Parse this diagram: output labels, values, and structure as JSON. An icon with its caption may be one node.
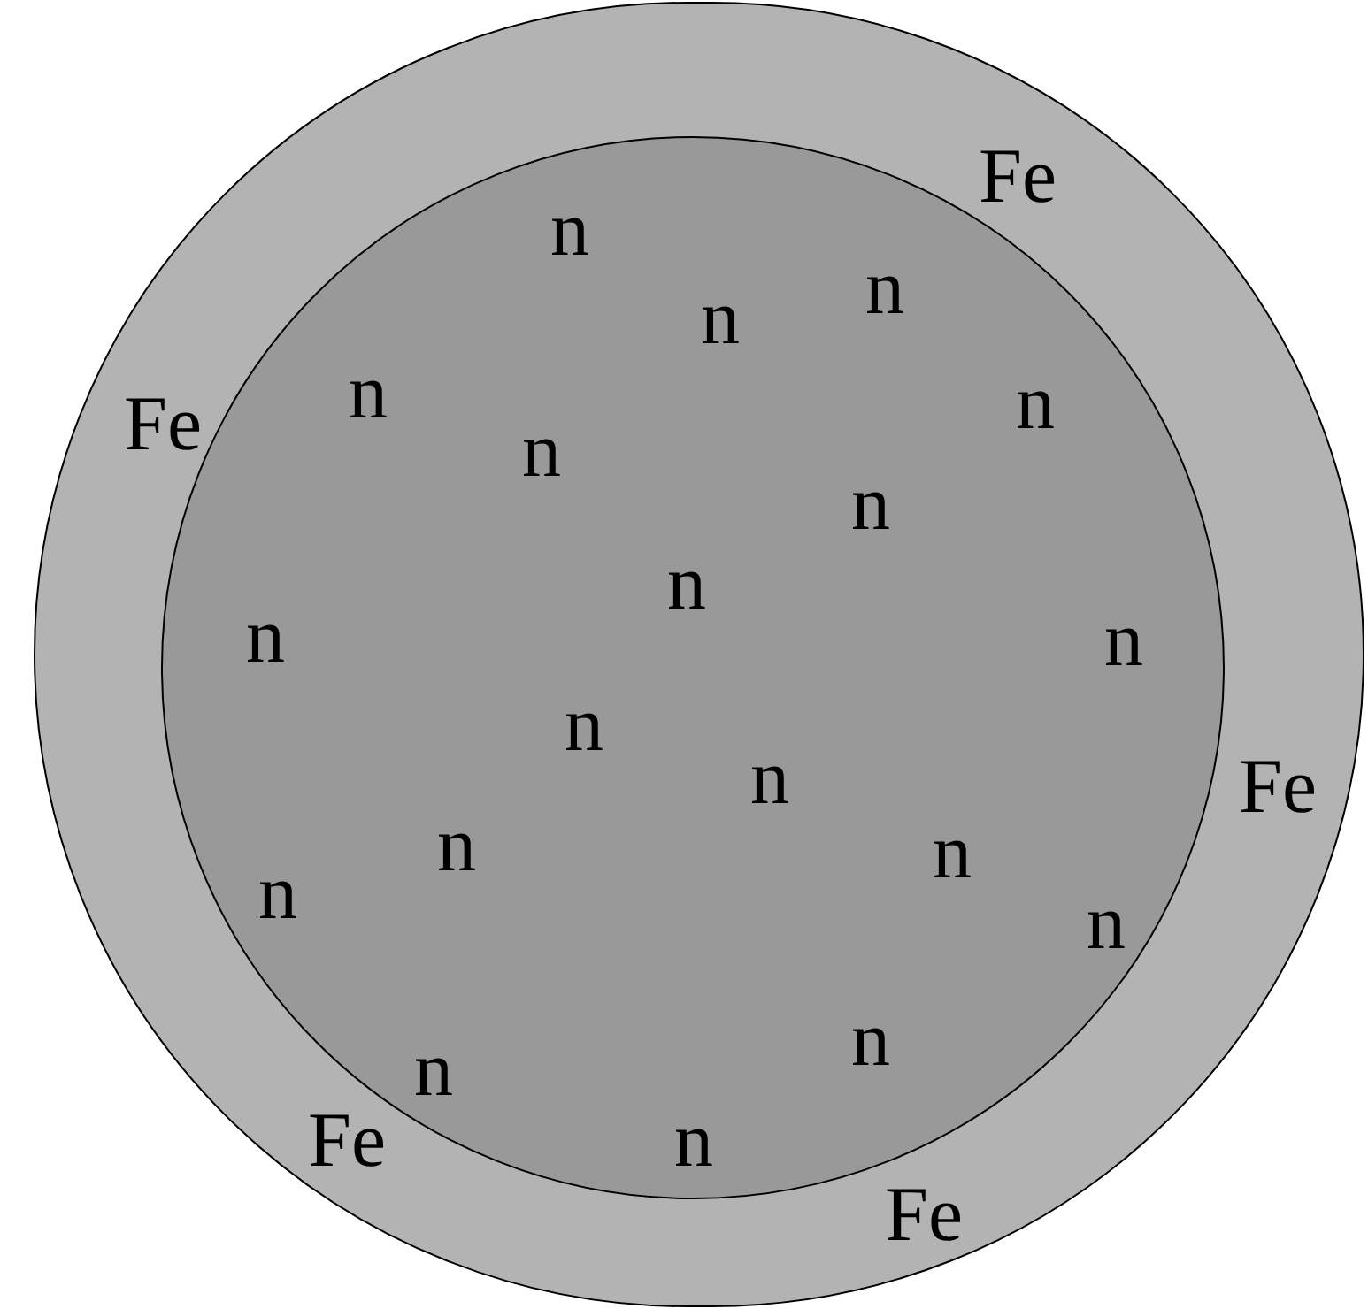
{
  "diagram": {
    "nodes": [
      {
        "text": [],
        "shape": "circle"
      },
      {
        "text": [],
        "shape": "circle",
        "in": 0
      }
    ],
    "labels": [
      "Fe",
      "n",
      "n",
      "n",
      "n",
      "Fe",
      "n",
      "n",
      "n",
      "n",
      "n",
      "n",
      "n",
      "n",
      "Fe",
      "n",
      "n",
      "n",
      "n",
      "n",
      "n",
      "Fe",
      "n",
      "Fe"
    ]
  }
}
